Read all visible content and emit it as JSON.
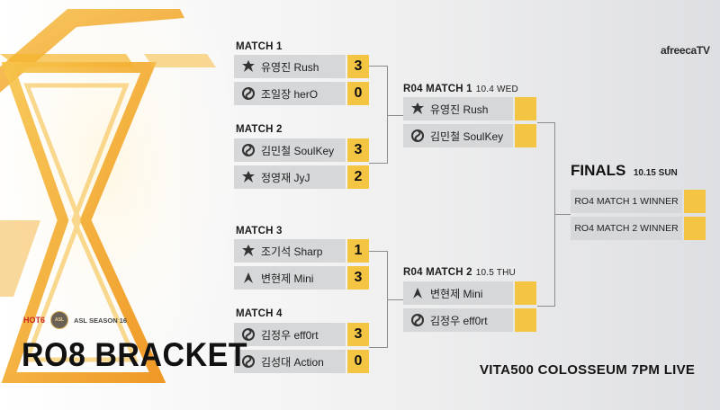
{
  "branding": {
    "broadcaster": "afreecaTV",
    "sponsor": "HOT6",
    "league_badge": "ASL",
    "league_season": "ASL SEASON 16",
    "title": "RO8 BRACKET",
    "venue_line": "VITA500 COLOSSEUM 7PM LIVE"
  },
  "ro8": [
    {
      "label": "MATCH 1",
      "players": [
        {
          "name": "유영진 Rush",
          "race": "terran",
          "icon": "terran-icon",
          "score": "3"
        },
        {
          "name": "조일장 herO",
          "race": "zerg",
          "icon": "zerg-icon",
          "score": "0"
        }
      ]
    },
    {
      "label": "MATCH 2",
      "players": [
        {
          "name": "김민철 SoulKey",
          "race": "zerg",
          "icon": "zerg-icon",
          "score": "3"
        },
        {
          "name": "정영재 JyJ",
          "race": "terran",
          "icon": "terran-icon",
          "score": "2"
        }
      ]
    },
    {
      "label": "MATCH 3",
      "players": [
        {
          "name": "조기석 Sharp",
          "race": "terran",
          "icon": "terran-icon",
          "score": "1"
        },
        {
          "name": "변현제 Mini",
          "race": "protoss",
          "icon": "protoss-icon",
          "score": "3"
        }
      ]
    },
    {
      "label": "MATCH 4",
      "players": [
        {
          "name": "김정우 eff0rt",
          "race": "zerg",
          "icon": "zerg-icon",
          "score": "3"
        },
        {
          "name": "김성대 Action",
          "race": "zerg",
          "icon": "zerg-icon",
          "score": "0"
        }
      ]
    }
  ],
  "ro4": [
    {
      "label": "R04 MATCH 1",
      "date": "10.4 WED",
      "players": [
        {
          "name": "유영진 Rush",
          "race": "terran",
          "icon": "terran-icon",
          "score": ""
        },
        {
          "name": "김민철 SoulKey",
          "race": "zerg",
          "icon": "zerg-icon",
          "score": ""
        }
      ]
    },
    {
      "label": "R04 MATCH 2",
      "date": "10.5 THU",
      "players": [
        {
          "name": "변현제 Mini",
          "race": "protoss",
          "icon": "protoss-icon",
          "score": ""
        },
        {
          "name": "김정우 eff0rt",
          "race": "zerg",
          "icon": "zerg-icon",
          "score": ""
        }
      ]
    }
  ],
  "finals": {
    "label": "FINALS",
    "date": "10.15 SUN",
    "slots": [
      {
        "name": "RO4 MATCH 1 WINNER",
        "score": ""
      },
      {
        "name": "RO4 MATCH 2 WINNER",
        "score": ""
      }
    ]
  },
  "colors": {
    "score_yellow": "#f4c542",
    "cell_gray": "#d6d7d9",
    "connector": "#8c8c8c",
    "accent_orange": "#f2a516"
  }
}
